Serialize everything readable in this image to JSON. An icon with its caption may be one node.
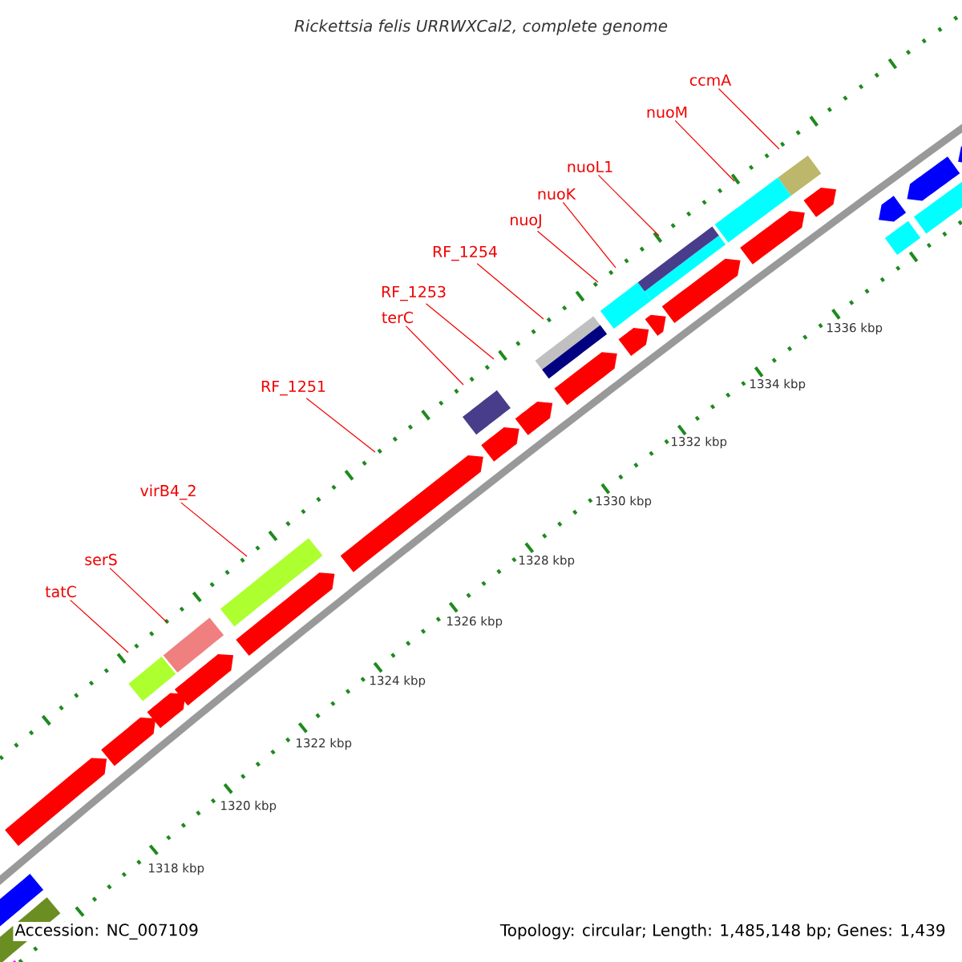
{
  "diagram": {
    "title": "Rickettsia felis URRWXCal2, complete genome",
    "nodes": [
      {
        "text": [
          "tatC"
        ]
      },
      {
        "text": [
          "serS"
        ]
      },
      {
        "text": [
          "virB4_2"
        ]
      },
      {
        "text": [
          "RF_1251"
        ]
      },
      {
        "text": [
          "terC"
        ]
      },
      {
        "text": [
          "RF_1253"
        ]
      },
      {
        "text": [
          "RF_1254"
        ]
      },
      {
        "text": [
          "nuoJ"
        ]
      },
      {
        "text": [
          "nuoK"
        ]
      },
      {
        "text": [
          "nuoL1"
        ]
      },
      {
        "text": [
          "nuoM"
        ]
      },
      {
        "text": [
          "ccmA"
        ]
      }
    ],
    "edges": [
      {
        "from": 0,
        "to": null,
        "arrow": "none"
      },
      {
        "from": 1,
        "to": null,
        "arrow": "none"
      },
      {
        "from": 2,
        "to": null,
        "arrow": "none"
      },
      {
        "from": 3,
        "to": null,
        "arrow": "none"
      },
      {
        "from": 4,
        "to": null,
        "arrow": "none"
      },
      {
        "from": 5,
        "to": null,
        "arrow": "none"
      },
      {
        "from": 6,
        "to": null,
        "arrow": "none"
      },
      {
        "from": 7,
        "to": null,
        "arrow": "none"
      },
      {
        "from": 8,
        "to": null,
        "arrow": "none"
      },
      {
        "from": 9,
        "to": null,
        "arrow": "none"
      },
      {
        "from": 10,
        "to": null,
        "arrow": "none"
      },
      {
        "from": 11,
        "to": null,
        "arrow": "none"
      }
    ],
    "labels": [
      "1318 kbp",
      "1320 kbp",
      "1322 kbp",
      "1324 kbp",
      "1326 kbp",
      "1328 kbp",
      "1330 kbp",
      "1332 kbp",
      "1334 kbp",
      "1336 kbp",
      "Accession: NC_007109",
      "Topology: circular; Length: 1,485,148 bp; Genes: 1,439"
    ]
  }
}
